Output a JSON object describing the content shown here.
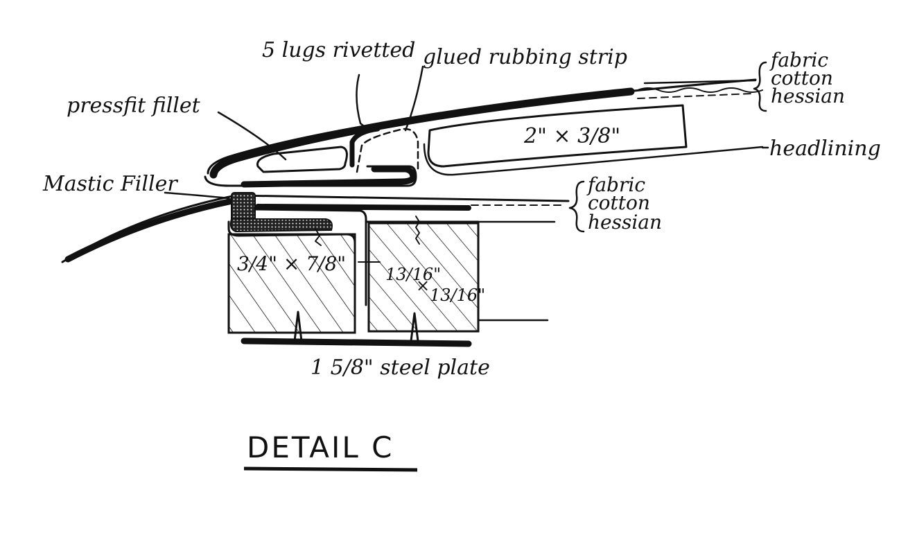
{
  "diagram": {
    "title": "DETAIL C",
    "labels": {
      "lugs": "5 lugs rivetted",
      "rubbing_strip": "glued rubbing strip",
      "pressfit_fillet": "pressfit fillet",
      "mastic_filler": "Mastic Filler",
      "headlining": "headlining",
      "steel_plate": "1 5/8\" steel plate"
    },
    "upper_layers": [
      "fabric",
      "cotton",
      "hessian"
    ],
    "lower_layers": [
      "fabric",
      "cotton",
      "hessian"
    ],
    "timbers": {
      "upper": "2\" × 3/8\"",
      "left": "3/4\" × 7/8\"",
      "right_top": "13/16\"",
      "right_x": "×",
      "right_bottom": "13/16\""
    }
  }
}
